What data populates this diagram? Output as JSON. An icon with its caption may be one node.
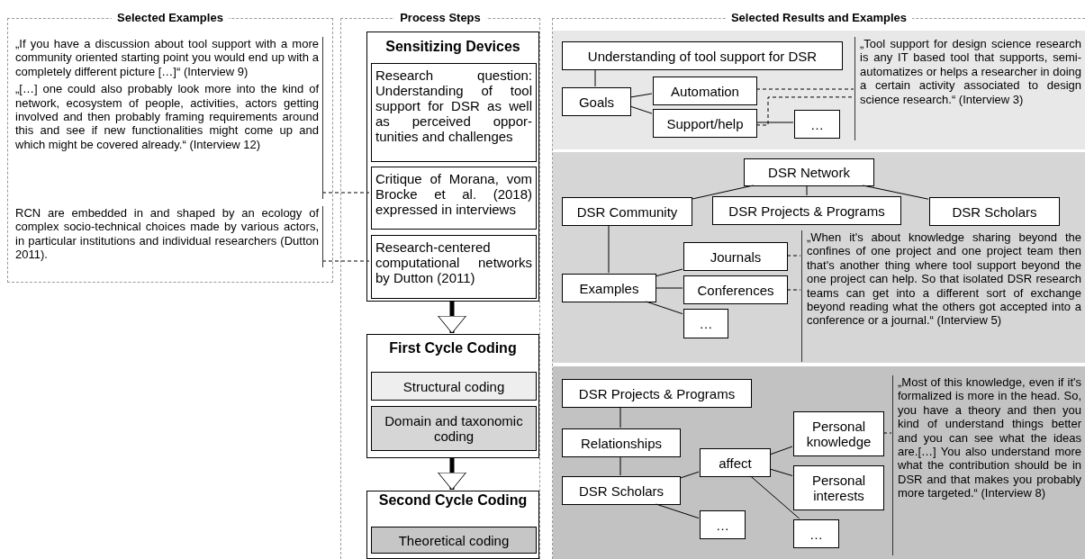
{
  "diagram": {
    "nodes": [
      {
        "text": [
          "Selected Examples"
        ]
      },
      {
        "text": [
          "„If you have a discussion about tool support with a more community oriented starting point you would end up with a completely different picture […]“ (Interview 9)",
          "„[…] one could also probably look more into the kind of network, ecosystem of people, activities, actors getting involved and then probably framing requirements around this and see if new functionalities might come up and which might be covered already.“ (Interview 12)"
        ],
        "in": 0
      },
      {
        "text": [
          "RCN are embedded in and shaped by an ecology of complex socio-technical choices made by various actors, in particular institutions and individual researchers (Dutton 2011)."
        ],
        "in": 0
      },
      {
        "text": [
          "Process Steps"
        ]
      },
      {
        "text": [
          "Sensitizing Devices"
        ],
        "in": 3
      },
      {
        "text": [
          "Research question: Understanding of tool support for DSR as well as perceived oppor-tunities and challenges"
        ],
        "in": 4
      },
      {
        "text": [
          "Critique of Morana, vom Brocke et al. (2018) expressed in interviews"
        ],
        "in": 4
      },
      {
        "text": [
          "Research-centered computational networks by Dutton (2011)"
        ],
        "in": 4
      },
      {
        "text": [
          "First Cycle Coding"
        ],
        "in": 3
      },
      {
        "text": [
          "Structural coding"
        ],
        "in": 8
      },
      {
        "text": [
          "Domain and taxonomic coding"
        ],
        "in": 8
      },
      {
        "text": [
          "Second Cycle Coding"
        ],
        "in": 3
      },
      {
        "text": [
          "Theoretical coding"
        ],
        "in": 11
      },
      {
        "text": [
          "Selected Results and Examples"
        ]
      },
      {
        "text": [],
        "shape": "box",
        "in": 13
      },
      {
        "text": [
          "Understanding of tool support for DSR"
        ],
        "in": 14
      },
      {
        "text": [
          "Goals"
        ],
        "in": 14
      },
      {
        "text": [
          "Automation"
        ],
        "in": 14
      },
      {
        "text": [
          "Support/help"
        ],
        "in": 14
      },
      {
        "text": [
          "…"
        ],
        "in": 14
      },
      {
        "text": [
          "„Tool support for design science research is any IT based tool that supports, semi-automatizes or helps a researcher in doing a certain activity associated to design science research.“ (Interview 3)"
        ],
        "in": 14
      },
      {
        "text": [],
        "shape": "box",
        "in": 13
      },
      {
        "text": [
          "DSR Network"
        ],
        "in": 21
      },
      {
        "text": [
          "DSR Community"
        ],
        "in": 21
      },
      {
        "text": [
          "DSR Projects & Programs"
        ],
        "in": 21
      },
      {
        "text": [
          "DSR Scholars"
        ],
        "in": 21
      },
      {
        "text": [
          "Examples"
        ],
        "in": 21
      },
      {
        "text": [
          "Journals"
        ],
        "in": 21
      },
      {
        "text": [
          "Conferences"
        ],
        "in": 21
      },
      {
        "text": [
          "…"
        ],
        "in": 21
      },
      {
        "text": [
          "„When it's about knowledge sharing beyond the confines of one project and one project team then that's another thing where tool support beyond the one project can help. So that isolated DSR research teams can get into a different sort of exchange beyond reading what the others got accepted into a conference or a journal.“ (Interview 5)"
        ],
        "in": 21
      },
      {
        "text": [],
        "shape": "box",
        "in": 13
      },
      {
        "text": [
          "DSR Projects & Programs"
        ],
        "in": 31
      },
      {
        "text": [
          "Relationships"
        ],
        "in": 31
      },
      {
        "text": [
          "DSR Scholars"
        ],
        "in": 31
      },
      {
        "text": [
          "affect"
        ],
        "in": 31
      },
      {
        "text": [
          "Personal knowledge"
        ],
        "in": 31
      },
      {
        "text": [
          "Personal interests"
        ],
        "in": 31
      },
      {
        "text": [
          "…"
        ],
        "in": 31
      },
      {
        "text": [
          "…"
        ],
        "in": 31
      },
      {
        "text": [
          "„Most of this knowledge, even if it's formalized is more in the head. So, you have a theory and then you kind of understand things better and you can see what the ideas are.[…] You also understand more what the contribution should be in DSR and that makes you probably more targeted.“ (Interview 8)"
        ],
        "in": 31
      }
    ],
    "edges": [
      {
        "from": 1,
        "to": 6,
        "arrow": "none",
        "style": "dashed"
      },
      {
        "from": 2,
        "to": 7,
        "arrow": "none",
        "style": "dashed"
      },
      {
        "from": 4,
        "to": 8,
        "arrow": "to",
        "style": "thick"
      },
      {
        "from": 8,
        "to": 11,
        "arrow": "to",
        "style": "thick"
      },
      {
        "from": 15,
        "to": 16,
        "arrow": "none"
      },
      {
        "from": 16,
        "to": 17,
        "arrow": "none"
      },
      {
        "from": 16,
        "to": 18,
        "arrow": "none"
      },
      {
        "from": 18,
        "to": 19,
        "arrow": "none"
      },
      {
        "from": 17,
        "to": 20,
        "arrow": "none",
        "style": "dashed"
      },
      {
        "from": 18,
        "to": 20,
        "arrow": "none",
        "style": "dashed"
      },
      {
        "from": 22,
        "to": 23,
        "arrow": "none"
      },
      {
        "from": 22,
        "to": 24,
        "arrow": "none"
      },
      {
        "from": 22,
        "to": 25,
        "arrow": "none"
      },
      {
        "from": 23,
        "to": 26,
        "arrow": "none"
      },
      {
        "from": 26,
        "to": 27,
        "arrow": "none"
      },
      {
        "from": 26,
        "to": 28,
        "arrow": "none"
      },
      {
        "from": 26,
        "to": 29,
        "arrow": "none"
      },
      {
        "from": 27,
        "to": 30,
        "arrow": "none",
        "style": "dashed"
      },
      {
        "from": 28,
        "to": 30,
        "arrow": "none",
        "style": "dashed"
      },
      {
        "from": 32,
        "to": 33,
        "arrow": "none"
      },
      {
        "from": 33,
        "to": 34,
        "arrow": "none"
      },
      {
        "from": 34,
        "to": 35,
        "arrow": "none"
      },
      {
        "from": 35,
        "to": 36,
        "arrow": "none"
      },
      {
        "from": 35,
        "to": 37,
        "arrow": "none"
      },
      {
        "from": 35,
        "to": 39,
        "arrow": "none"
      },
      {
        "from": 34,
        "to": 38,
        "arrow": "none"
      },
      {
        "from": 36,
        "to": 40,
        "arrow": "none",
        "style": "dashed"
      }
    ]
  }
}
